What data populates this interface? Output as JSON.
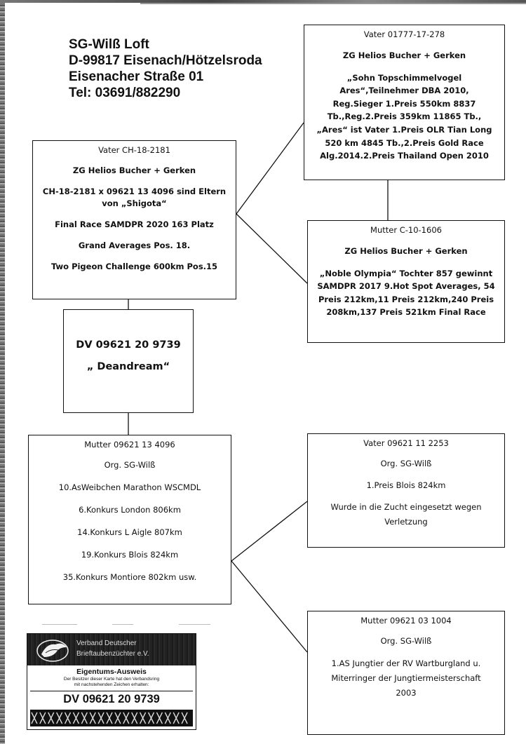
{
  "header": {
    "line1": "SG-Wilß  Loft",
    "line2": "D-99817 Eisenach/Hötzelsroda",
    "line3": "Eisenacher Straße 01",
    "line4": "Tel: 03691/882290"
  },
  "vater_top": {
    "title": "Vater 01777-17-278",
    "breeder": "ZG Helios Bucher + Gerken",
    "lines": [
      "„Sohn Topschimmelvogel",
      "Ares“,Teilnehmer DBA 2010,",
      "Reg.Sieger 1.Preis 550km 8837",
      "Tb.,Reg.2.Preis 359km 11865 Tb.,",
      "„Ares“ ist Vater 1.Preis OLR Tian Long",
      "520 km 4845 Tb.,2.Preis Gold Race",
      "Alg.2014.2.Preis Thailand Open 2010"
    ]
  },
  "vater_ch": {
    "title": "Vater CH-18-2181",
    "breeder": "ZG Helios Bucher + Gerken",
    "parents_line1": "CH-18-2181 x 09621 13 4096 sind Eltern",
    "parents_line2": "von „Shigota“",
    "result1": "Final Race SAMDPR 2020 163 Platz",
    "result2": "Grand Averages Pos. 18.",
    "result3": "Two Pigeon Challenge 600km Pos.15"
  },
  "mutter_c": {
    "title": "Mutter C-10-1606",
    "breeder": "ZG Helios Bucher + Gerken",
    "lines": [
      "„Noble Olympia“ Tochter 857 gewinnt",
      "SAMDPR 2017 9.Hot Spot Averages, 54",
      "Preis 212km,11 Preis 212km,240 Preis",
      "208km,137 Preis 521km Final Race"
    ]
  },
  "main": {
    "ring": "DV  09621 20 9739",
    "name": "„ Deandream“"
  },
  "mutter_4096": {
    "title": "Mutter 09621 13 4096",
    "origin": "Org. SG-Wilß",
    "results": [
      "10.AsWeibchen Marathon WSCMDL",
      "6.Konkurs London 806km",
      "14.Konkurs L Aigle 807km",
      "19.Konkurs Blois  824km",
      "35.Konkurs Montiore 802km usw."
    ]
  },
  "vater_2253": {
    "title": "Vater 09621 11 2253",
    "origin": "Org. SG-Wilß",
    "result": "1.Preis Blois 824km",
    "note1": "Wurde in die Zucht eingesetzt wegen",
    "note2": "Verletzung"
  },
  "mutter_1004": {
    "title": "Mutter 09621 03 1004",
    "origin": "Org. SG-Wilß",
    "line1": "1.AS Jungtier der RV Wartburgland  u.",
    "line2": "Miterringer der Jungtiermeisterschaft",
    "line3": "2003"
  },
  "card": {
    "org_line1": "Verband Deutscher",
    "org_line2": "Brieftaubenzüchter e.V.",
    "title": "Eigentums-Ausweis",
    "note": "Der Besitzer dieser Karte hat den Verbandsring\nmit nachstehenden Zeichen erhalten:",
    "ring": "DV 09621 20 9739"
  }
}
